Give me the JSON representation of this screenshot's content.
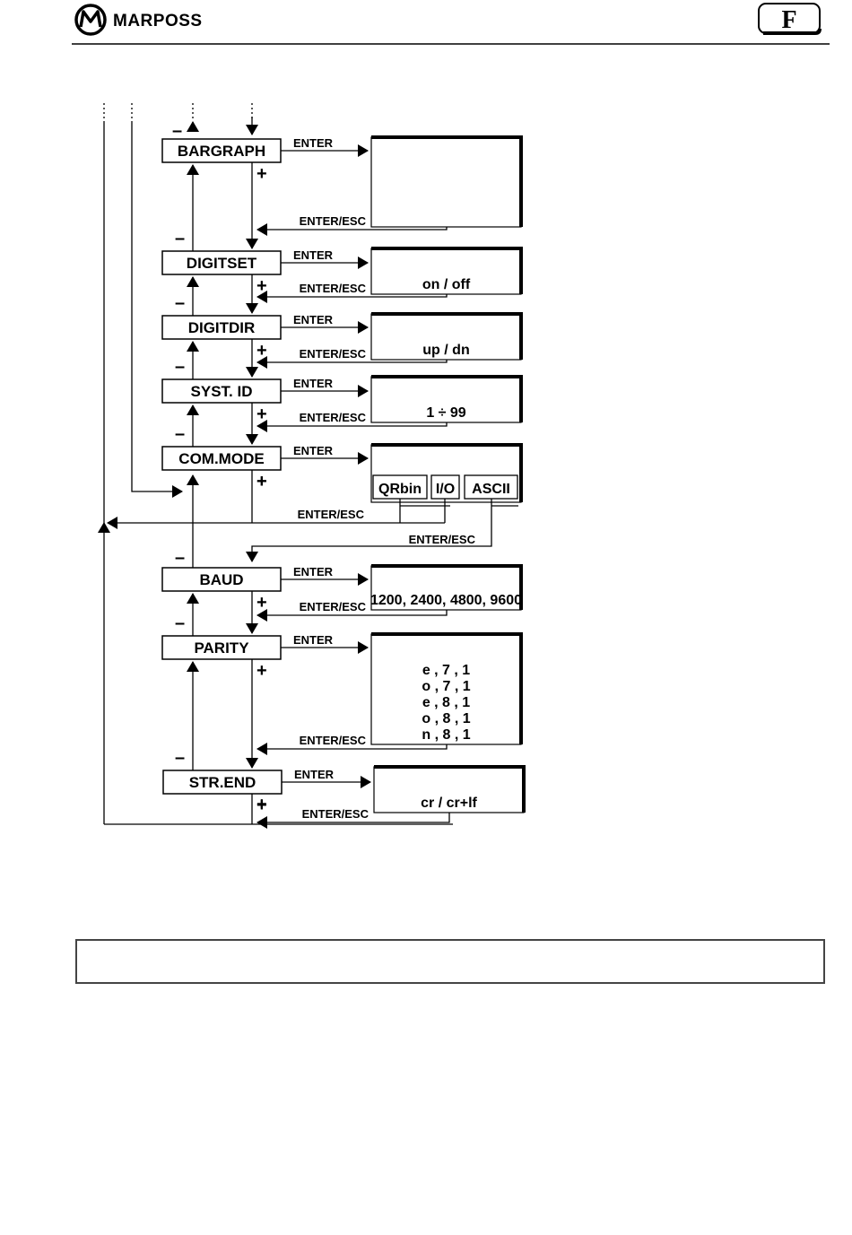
{
  "header": {
    "brand": "MARPOSS",
    "section_letter": "F"
  },
  "labels": {
    "enter": "ENTER",
    "enter_esc": "ENTER/ESC",
    "plus": "+",
    "minus": "–"
  },
  "menu": [
    {
      "id": "bargraph",
      "label": "BARGRAPH",
      "values": []
    },
    {
      "id": "digitset",
      "label": "DIGITSET",
      "values": [
        "on / off"
      ]
    },
    {
      "id": "digitdir",
      "label": "DIGITDIR",
      "values": [
        "up / dn"
      ]
    },
    {
      "id": "syst-id",
      "label": "SYST. ID",
      "values": [
        "1 ÷ 99"
      ]
    },
    {
      "id": "com-mode",
      "label": "COM.MODE",
      "options": [
        "QRbin",
        "I/O",
        "ASCII"
      ]
    },
    {
      "id": "baud",
      "label": "BAUD",
      "values": [
        "1200, 2400, 4800, 9600"
      ]
    },
    {
      "id": "parity",
      "label": "PARITY",
      "values": [
        "e , 7 , 1",
        "o , 7 , 1",
        "e , 8 , 1",
        "o , 8 , 1",
        "n , 8 , 1"
      ]
    },
    {
      "id": "str-end",
      "label": "STR.END",
      "values": [
        "cr / cr+lf"
      ]
    }
  ]
}
